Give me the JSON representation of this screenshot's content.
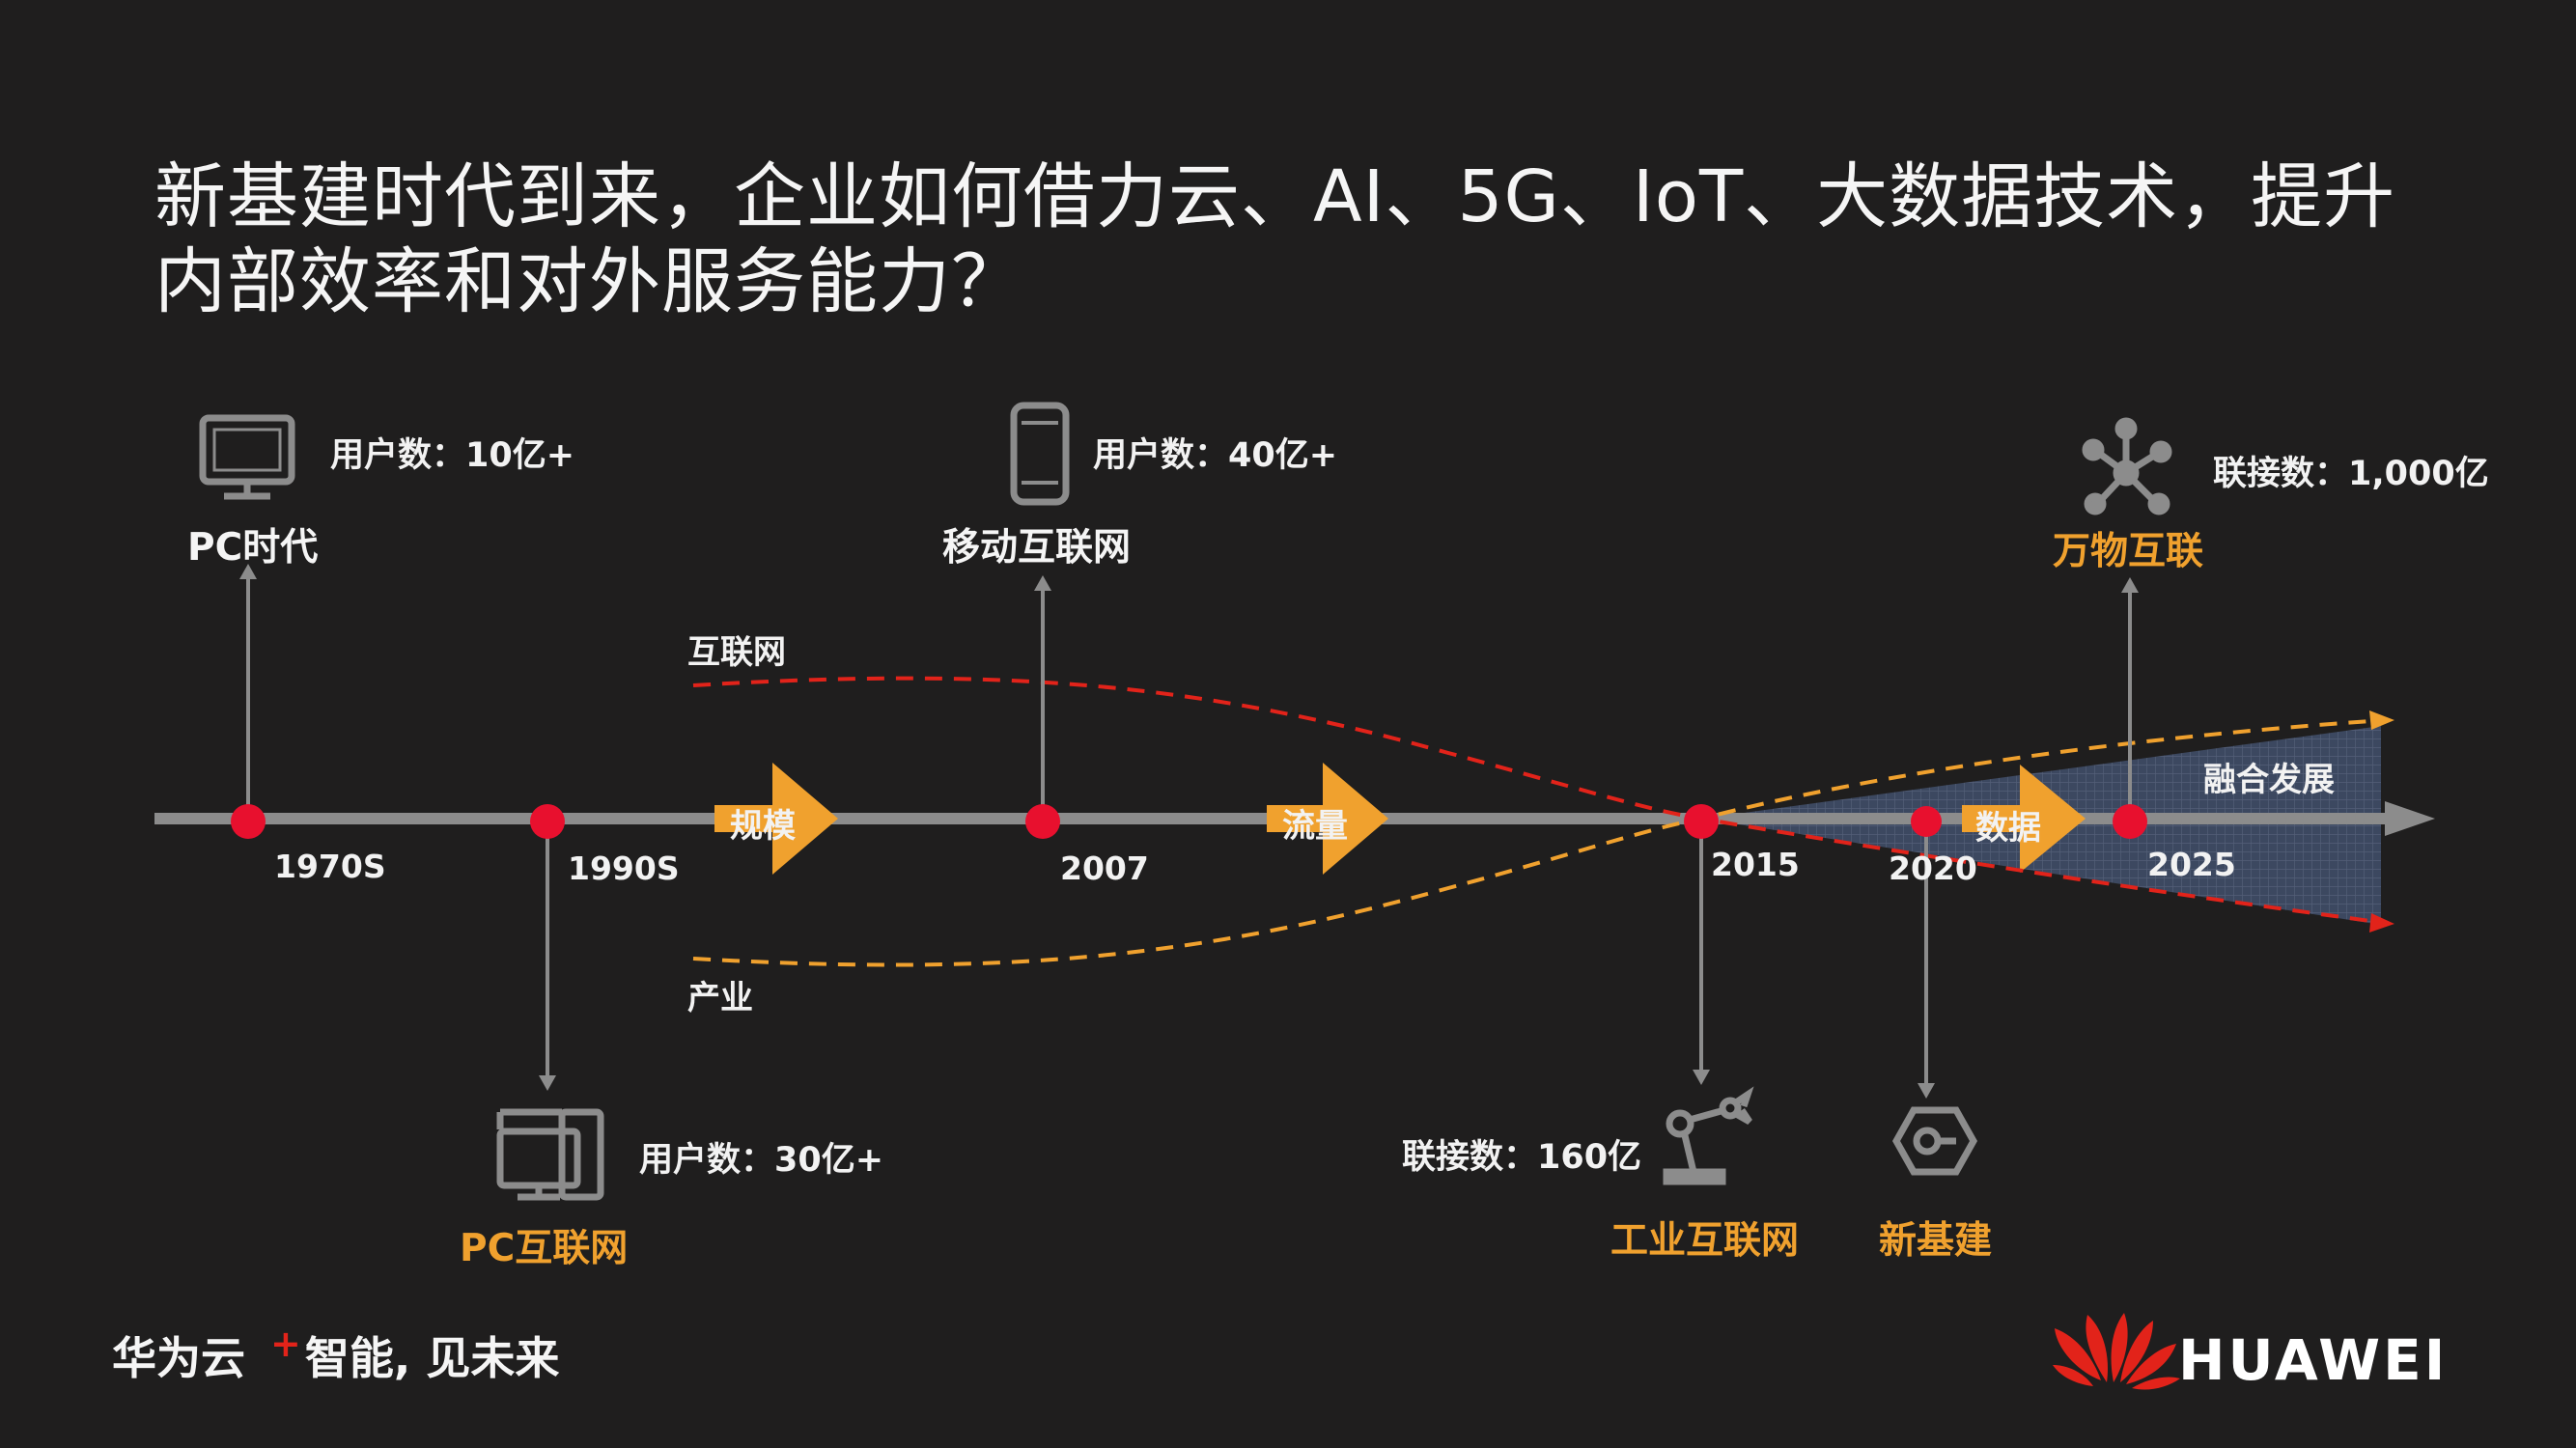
{
  "title": "新基建时代到来，企业如何借力云、AI、5G、IoT、大数据技术，提升内部效率和对外服务能力？",
  "timeline": {
    "years": [
      "1970S",
      "1990S",
      "2007",
      "2015",
      "2020",
      "2025"
    ],
    "arrows": [
      "规模",
      "流量",
      "数据"
    ],
    "bands": {
      "internet": "互联网",
      "industry": "产业",
      "convergence": "融合发展"
    }
  },
  "eras": {
    "pc": {
      "label": "PC时代",
      "stat": "用户数：10亿+",
      "icon": "monitor-icon"
    },
    "pc_internet": {
      "label": "PC互联网",
      "stat": "用户数：30亿+",
      "icon": "desktop-computer-icon"
    },
    "mobile": {
      "label": "移动互联网",
      "stat": "用户数：40亿+",
      "icon": "smartphone-icon"
    },
    "iiot": {
      "label": "工业互联网",
      "stat": "联接数：160亿",
      "icon": "robot-arm-icon"
    },
    "new_infra": {
      "label": "新基建",
      "icon": "new-infrastructure-icon"
    },
    "iot": {
      "label": "万物互联",
      "stat": "联接数：1,000亿",
      "icon": "network-hub-icon"
    }
  },
  "footer": {
    "brand_cn": "华为云",
    "plus": "+",
    "slogan": "智能, 见未来"
  },
  "logo": {
    "text": "HUAWEI"
  },
  "colors": {
    "background": "#1f1e1e",
    "accent_orange": "#f0a12e",
    "accent_red": "#e2231a",
    "axis_gray": "#8c8c8c",
    "marker_red": "#e8102e"
  }
}
